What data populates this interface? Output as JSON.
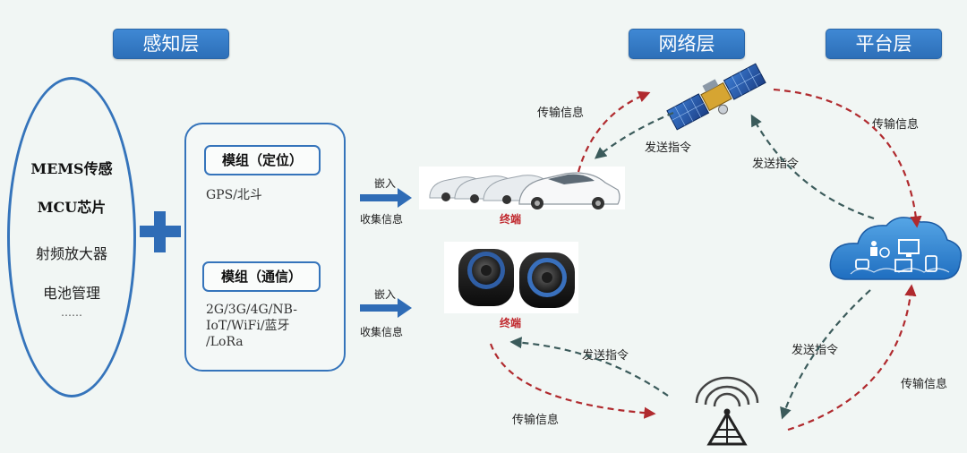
{
  "layers": {
    "perception": "感知层",
    "network": "网络层",
    "platform": "平台层"
  },
  "ellipse_items": {
    "mems": "MEMS传感",
    "mcu": "MCU芯片",
    "rf": "射频放大器",
    "battery": "电池管理",
    "ellipsis": "……"
  },
  "modules": {
    "positioning_title": "模组（定位）",
    "positioning_text": "GPS/北斗",
    "comm_title": "模组（通信）",
    "comm_text_1": "2G/3G/4G/NB-",
    "comm_text_2": "IoT/WiFi/蓝牙",
    "comm_text_3": "/LoRa"
  },
  "embed": {
    "embed_label": "嵌入",
    "collect_label": "收集信息"
  },
  "terminals": {
    "label": "终端"
  },
  "flows": {
    "transmit": "传输信息",
    "send_cmd": "发送指令"
  },
  "colors": {
    "accent_blue": "#2f6cb6",
    "red_dash": "#b02a2e",
    "teal_dash": "#3b5b5b",
    "terminal_red": "#c0282d"
  }
}
